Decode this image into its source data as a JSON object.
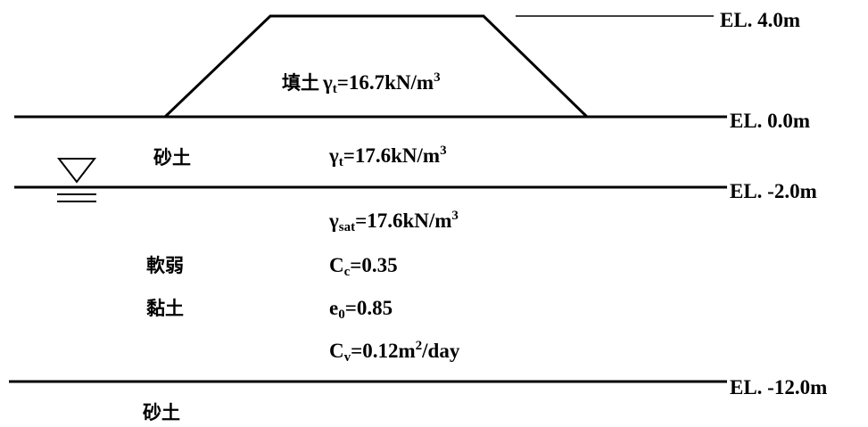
{
  "elevations": {
    "top": "EL. 4.0m",
    "ground": "EL. 0.0m",
    "water": "EL. -2.0m",
    "bottom": "EL. -12.0m"
  },
  "fill": {
    "name": "填土",
    "gamma_symbol": "γ",
    "gamma_sub": "t",
    "gamma_value": "=16.7kN/m",
    "gamma_sup": "3"
  },
  "sand_upper": {
    "name": "砂土",
    "gamma_symbol": "γ",
    "gamma_sub": "t",
    "gamma_value": "=17.6kN/m",
    "gamma_sup": "3"
  },
  "clay": {
    "name_line1": "軟弱",
    "name_line2": "黏土",
    "gsat_symbol": "γ",
    "gsat_sub": "sat",
    "gsat_value": "=17.6kN/m",
    "gsat_sup": "3",
    "cc_symbol": "C",
    "cc_sub": "c",
    "cc_value": "=0.35",
    "e0_symbol": "e",
    "e0_sub": "0",
    "e0_value": "=0.85",
    "cv_symbol": "C",
    "cv_sub": "v",
    "cv_value": "=0.12m",
    "cv_sup": "2",
    "cv_unit": "/day"
  },
  "sand_lower": {
    "name": "砂土"
  },
  "icons": {
    "water_table": "water-table-triangle-icon"
  }
}
